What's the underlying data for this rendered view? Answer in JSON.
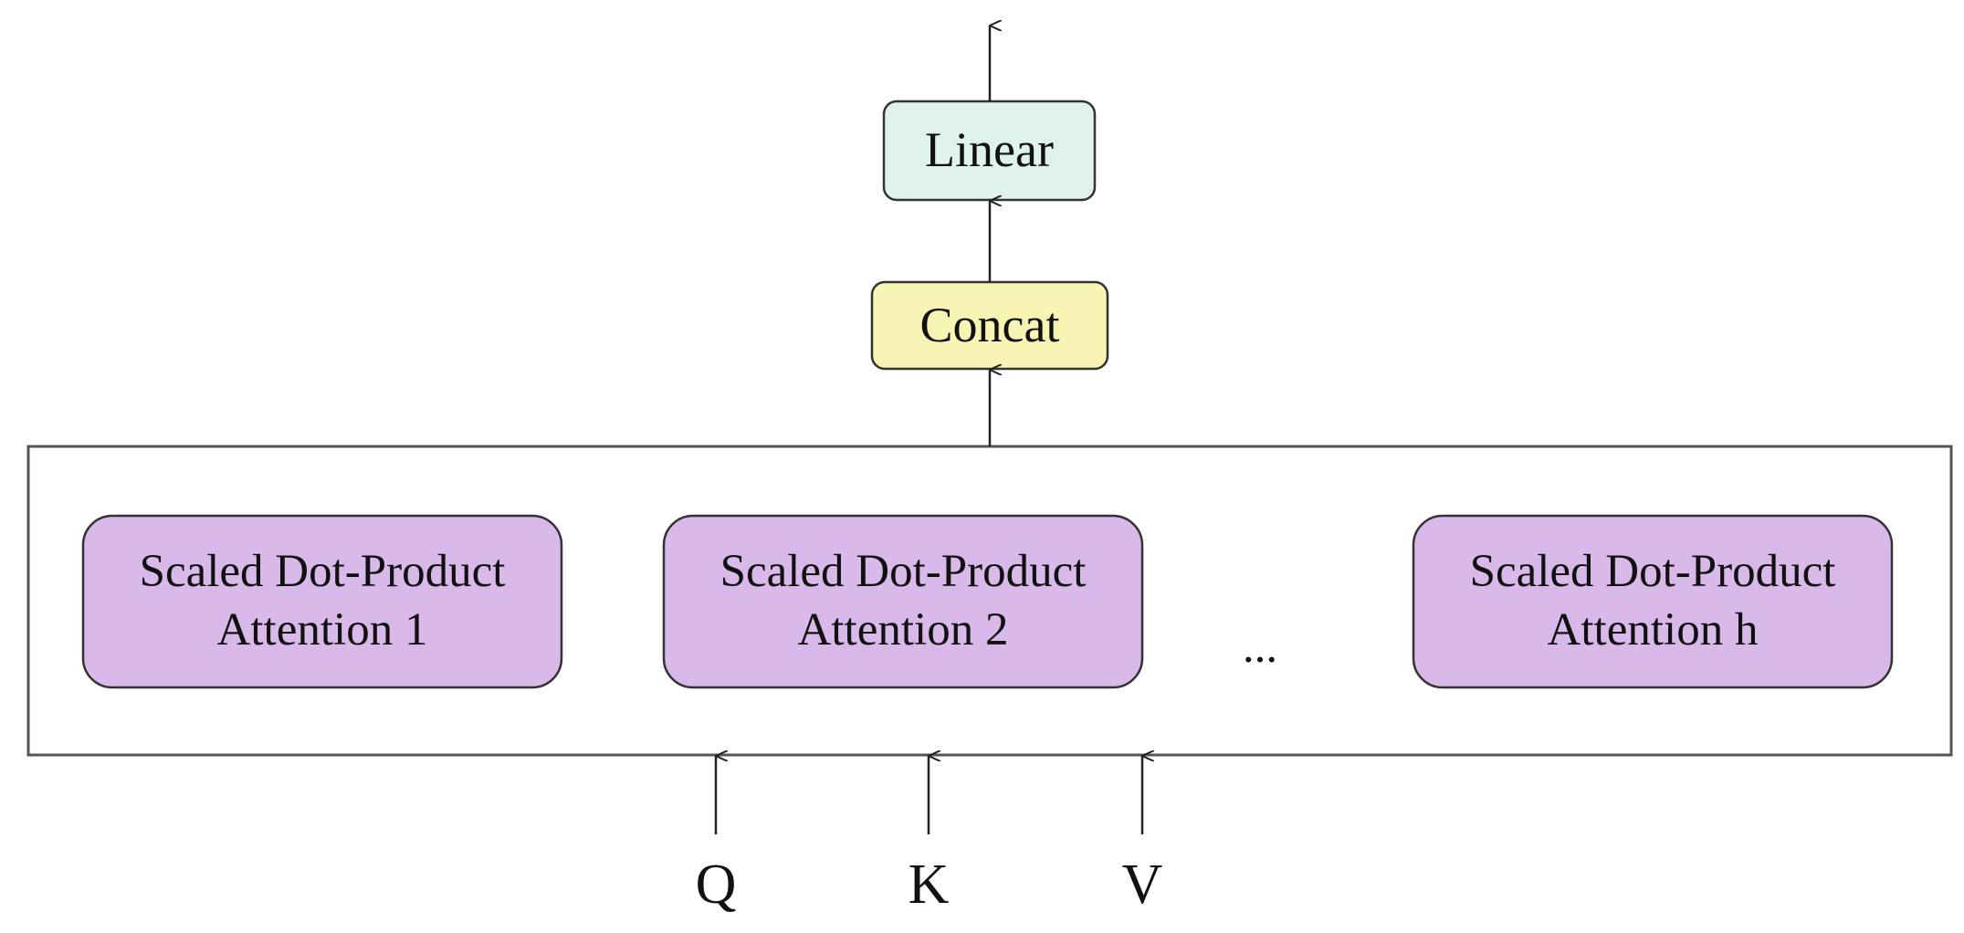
{
  "diagram": {
    "linear": {
      "label": "Linear",
      "fill": "#dff3ea"
    },
    "concat": {
      "label": "Concat",
      "fill": "#f8f4b4"
    },
    "heads": [
      {
        "line1": "Scaled Dot-Product",
        "line2": "Attention 1"
      },
      {
        "line1": "Scaled Dot-Product",
        "line2": "Attention 2"
      },
      {
        "line1": "Scaled Dot-Product",
        "line2": "Attention h"
      }
    ],
    "head_fill": "#d8b9ea",
    "ellipsis": "...",
    "inputs": {
      "q": "Q",
      "k": "K",
      "v": "V"
    }
  }
}
